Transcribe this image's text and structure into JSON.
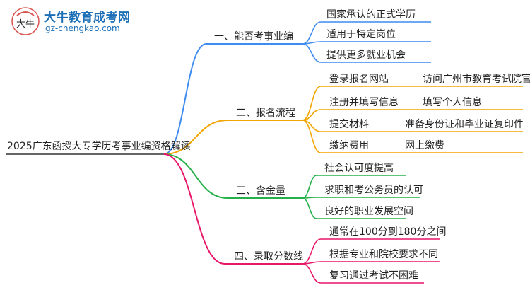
{
  "logo": {
    "title": "大牛教育成考网",
    "url": "gz-chengkao.com",
    "mark_text": "大牛"
  },
  "root": "2025广东函授大专学历考事业编资格解读",
  "colors": {
    "branch1": "#3f8cf0",
    "branch2": "#f2a500",
    "branch3": "#25b04a",
    "branch4": "#e8176a"
  },
  "branches": [
    {
      "label": "一、能否考事业编",
      "children": [
        {
          "label": "国家承认的正式学历"
        },
        {
          "label": "适用于特定岗位"
        },
        {
          "label": "提供更多就业机会"
        }
      ]
    },
    {
      "label": "二、报名流程",
      "children": [
        {
          "label": "登录报名网站",
          "detail": "访问广州市教育考试院官网"
        },
        {
          "label": "注册并填写信息",
          "detail": "填写个人信息"
        },
        {
          "label": "提交材料",
          "detail": "准备身份证和毕业证复印件"
        },
        {
          "label": "缴纳费用",
          "detail": "网上缴费"
        }
      ]
    },
    {
      "label": "三、含金量",
      "children": [
        {
          "label": "社会认可度提高"
        },
        {
          "label": "求职和考公务员的认可"
        },
        {
          "label": "良好的职业发展空间"
        }
      ]
    },
    {
      "label": "四、录取分数线",
      "children": [
        {
          "label": "通常在100分到180分之间"
        },
        {
          "label": "根据专业和院校要求不同"
        },
        {
          "label": "复习通过考试不困难"
        }
      ]
    }
  ]
}
